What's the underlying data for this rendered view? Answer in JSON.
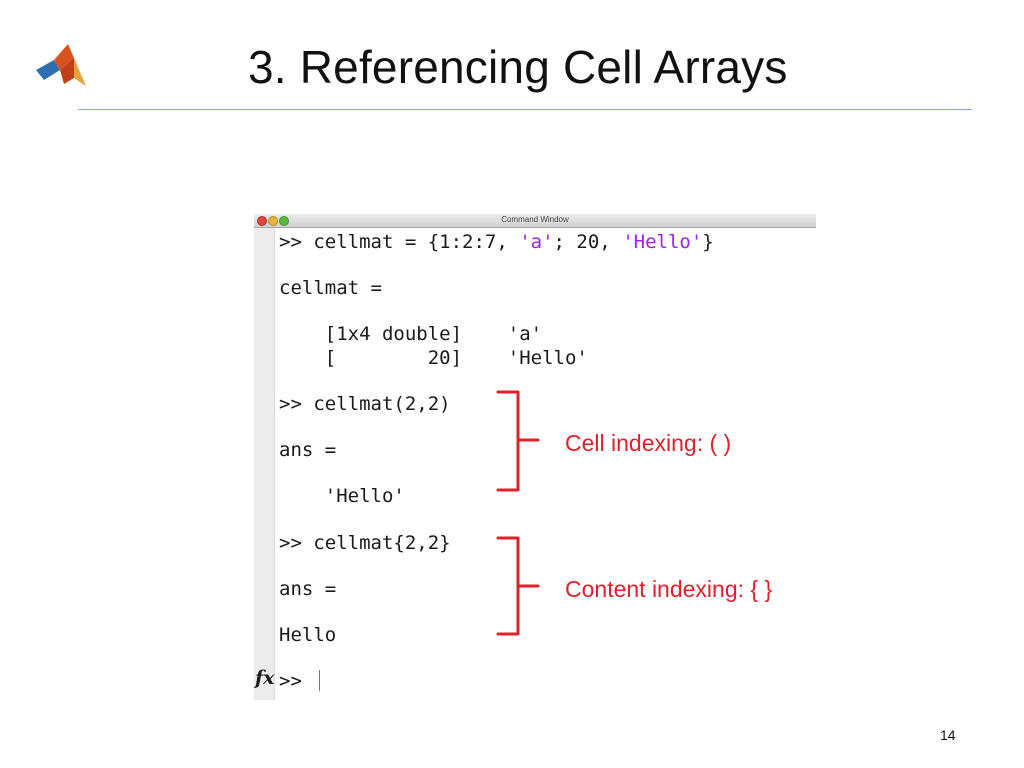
{
  "slide": {
    "title": "3. Referencing Cell Arrays",
    "page_number": "14"
  },
  "window": {
    "title": "Command Window"
  },
  "console": {
    "cmd1_prompt": ">> cellmat = {1:2:7, ",
    "cmd1_str1": "'a'",
    "cmd1_mid": "; 20, ",
    "cmd1_str2": "'Hello'",
    "cmd1_end": "}",
    "out1_var": "cellmat =",
    "out1_row1": "    [1x4 double]    'a'",
    "out1_row2": "    [        20]    'Hello'",
    "cmd2": ">> cellmat(2,2)",
    "ans2": "ans =",
    "val2": "    'Hello'",
    "cmd3": ">> cellmat{2,2}",
    "ans3": "ans =",
    "val3": "Hello",
    "fx_label": "fx",
    "prompt": ">>"
  },
  "annotations": {
    "cell_indexing": "Cell indexing: ( )",
    "content_indexing": "Content indexing: { }",
    "color": "#e3202a"
  },
  "colors": {
    "string_literal": "#a020f0",
    "title_rule": "#8eaacb"
  },
  "icons": {
    "logo": "matlab-logo-icon"
  }
}
